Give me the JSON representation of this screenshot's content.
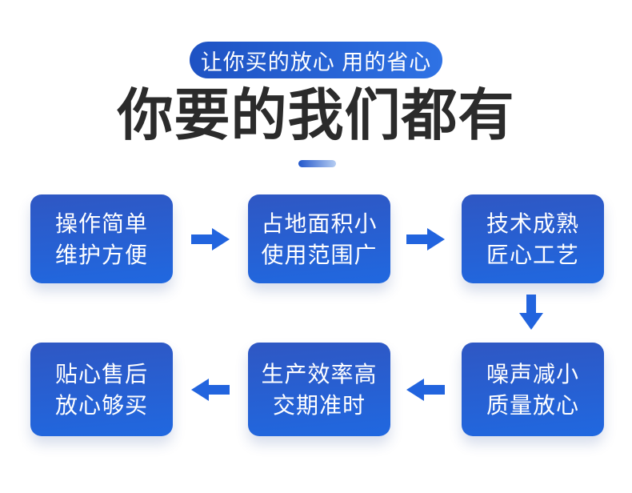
{
  "badge": {
    "text": "让你买的放心 用的省心"
  },
  "heading": {
    "text": "你要的我们都有"
  },
  "flow": {
    "boxes": [
      {
        "id": "feature-box-1",
        "lines": [
          "操作简单",
          "维护方便"
        ]
      },
      {
        "id": "feature-box-2",
        "lines": [
          "占地面积小",
          "使用范围广"
        ]
      },
      {
        "id": "feature-box-3",
        "lines": [
          "技术成熟",
          "匠心工艺"
        ]
      },
      {
        "id": "feature-box-4",
        "lines": [
          "噪声减小",
          "质量放心"
        ]
      },
      {
        "id": "feature-box-5",
        "lines": [
          "生产效率高",
          "交期准时"
        ]
      },
      {
        "id": "feature-box-6",
        "lines": [
          "贴心售后",
          "放心够买"
        ]
      }
    ],
    "arrows": [
      {
        "direction": "right",
        "from": "feature-box-1",
        "to": "feature-box-2"
      },
      {
        "direction": "right",
        "from": "feature-box-2",
        "to": "feature-box-3"
      },
      {
        "direction": "down",
        "from": "feature-box-3",
        "to": "feature-box-4"
      },
      {
        "direction": "left",
        "from": "feature-box-4",
        "to": "feature-box-5"
      },
      {
        "direction": "left",
        "from": "feature-box-5",
        "to": "feature-box-6"
      }
    ]
  },
  "colors": {
    "background": "#ffffff",
    "heading_text": "#2b2b2b",
    "badge_gradient_start": "#1e52c3",
    "badge_gradient_end": "#2f72e4",
    "box_gradient_start": "#2f57c3",
    "box_gradient_end": "#2068e0",
    "box_text": "#ffffff",
    "arrow": "#2264de",
    "divider_gradient_start": "#2257cb",
    "divider_gradient_end": "#b6cdf2"
  }
}
